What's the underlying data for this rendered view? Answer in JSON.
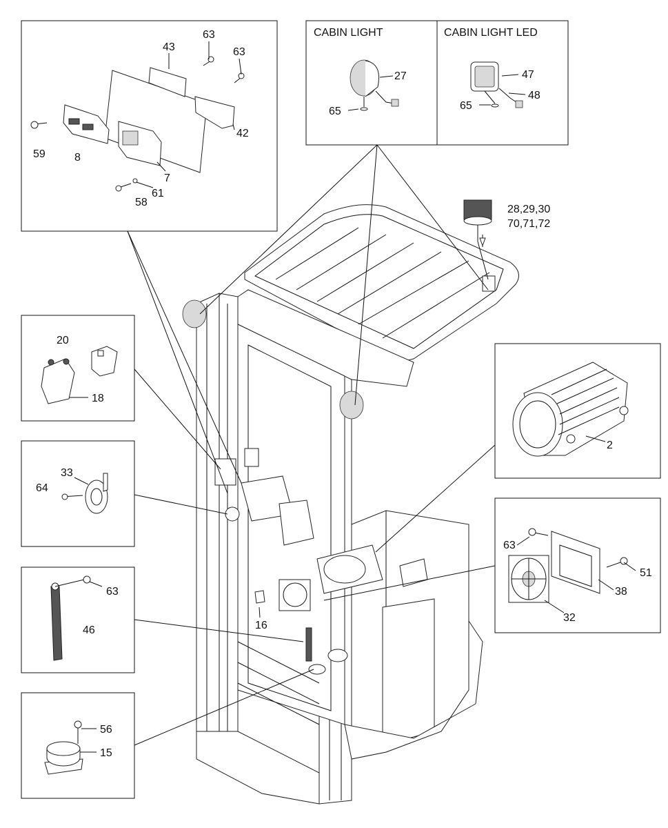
{
  "headers": {
    "cabin_light": "CABIN LIGHT",
    "cabin_light_led": "CABIN LIGHT LED"
  },
  "callouts": {
    "n63a": "63",
    "n43": "43",
    "n63b": "63",
    "n42": "42",
    "n59": "59",
    "n8": "8",
    "n7": "7",
    "n61": "61",
    "n58": "58",
    "n27": "27",
    "n65a": "65",
    "n47": "47",
    "n48": "48",
    "n65b": "65",
    "n28": "28,29,30",
    "n70": "70,71,72",
    "n20": "20",
    "n18": "18",
    "n2": "2",
    "n33": "33",
    "n64": "64",
    "n63c": "63",
    "n51": "51",
    "n38": "38",
    "n32": "32",
    "n63d": "63",
    "n46": "46",
    "n16": "16",
    "n56": "56",
    "n15": "15"
  }
}
